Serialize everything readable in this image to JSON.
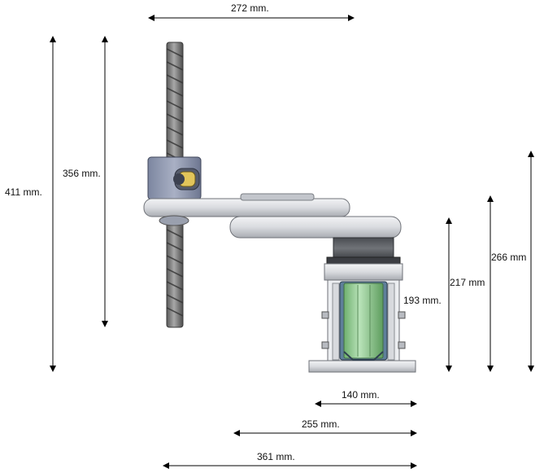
{
  "dimensions": {
    "top_width": "272 mm.",
    "total_height": "411 mm.",
    "screw_height": "356 mm.",
    "height_266": "266 mm",
    "height_217": "217 mm",
    "height_193": "193 mm.",
    "base_width": "140 mm.",
    "width_255": "255 mm.",
    "width_361": "361 mm."
  },
  "colors": {
    "line": "#000000",
    "metal_light": "#d4d6da",
    "metal_mid": "#b6b9be",
    "metal_dark": "#5a5d63",
    "carriage": "#8a93aa",
    "green_part": "#9ed49e",
    "screw": "#7c7c7c"
  }
}
